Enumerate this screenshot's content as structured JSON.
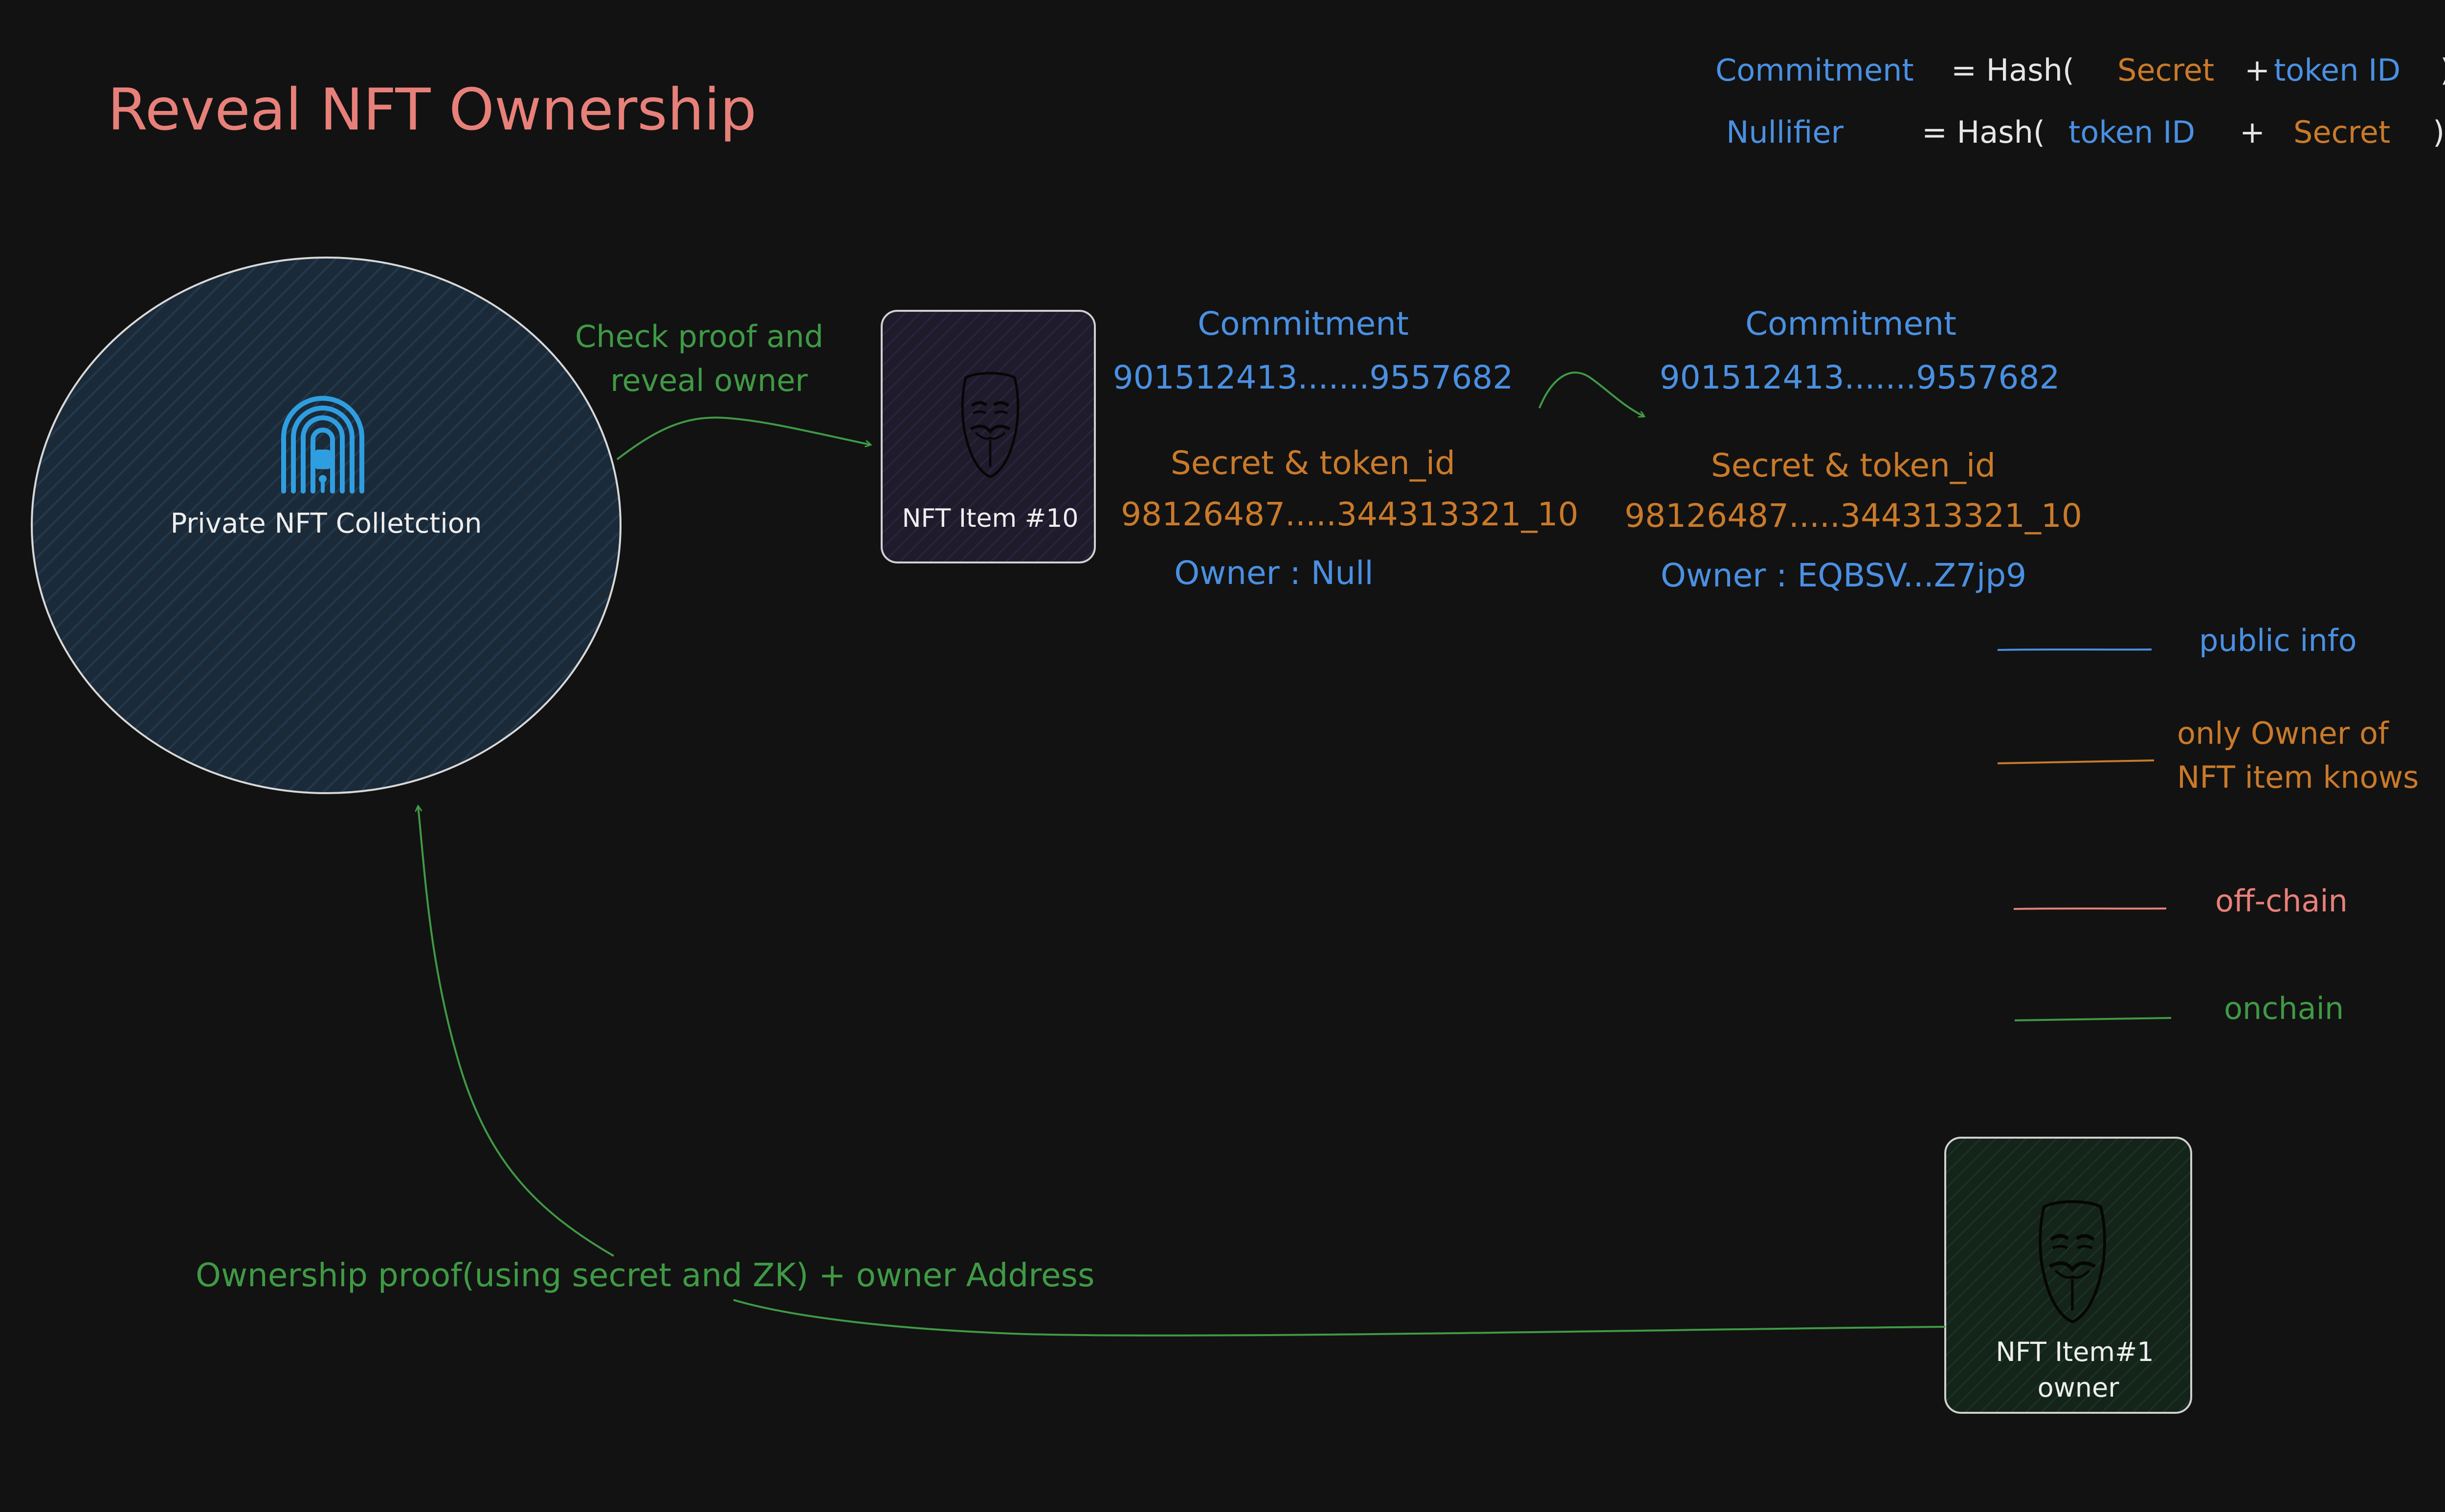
{
  "title": "Reveal NFT Ownership",
  "formulas": {
    "commitment": {
      "name": "Commitment",
      "eq": "= Hash(",
      "secret": "Secret",
      "plus": "+",
      "token": "token ID",
      "close": ")"
    },
    "nullifier": {
      "name": "Nullifier",
      "eq": "= Hash(",
      "token": "token ID",
      "plus": "+",
      "secret": "Secret",
      "close": ")"
    }
  },
  "collection": {
    "label": "Private NFT Colletction",
    "icon": "fingerprint-lock-icon"
  },
  "check_proof": {
    "line1": "Check proof and",
    "line2": "reveal owner"
  },
  "nft_item_10": {
    "label": "NFT Item #10",
    "icon": "anonymous-mask-icon"
  },
  "before": {
    "commitment_label": "Commitment",
    "commitment_value": "901512413.......9557682",
    "secret_label": "Secret &  token_id",
    "secret_value": "98126487.....344313321_10",
    "owner": "Owner : Null"
  },
  "after": {
    "commitment_label": "Commitment",
    "commitment_value": "901512413.......9557682",
    "secret_label": "Secret & token_id",
    "secret_value": "98126487.....344313321_10",
    "owner": "Owner : EQBSV...Z7jp9"
  },
  "legend": [
    {
      "label": "public info",
      "color": "#4a90e2"
    },
    {
      "label_line1": "only Owner of",
      "label_line2": "NFT item knows",
      "color": "#c97a2a"
    },
    {
      "label": "off-chain",
      "color": "#e8807a"
    },
    {
      "label": "onchain",
      "color": "#3f9a45"
    }
  ],
  "ownership_proof": "Ownership proof(using secret and ZK) + owner Address",
  "nft_item_1": {
    "line1": "NFT Item#1",
    "line2": "owner",
    "icon": "anonymous-mask-icon"
  },
  "colors": {
    "background": "#121212",
    "blue": "#4a90e2",
    "orange": "#c97a2a",
    "red": "#e8807a",
    "green": "#3f9a45",
    "white": "#e6e6e6",
    "circle_fill": "#1b2a38",
    "item10_fill": "#1f1b2b",
    "item1_fill": "#14241a"
  }
}
